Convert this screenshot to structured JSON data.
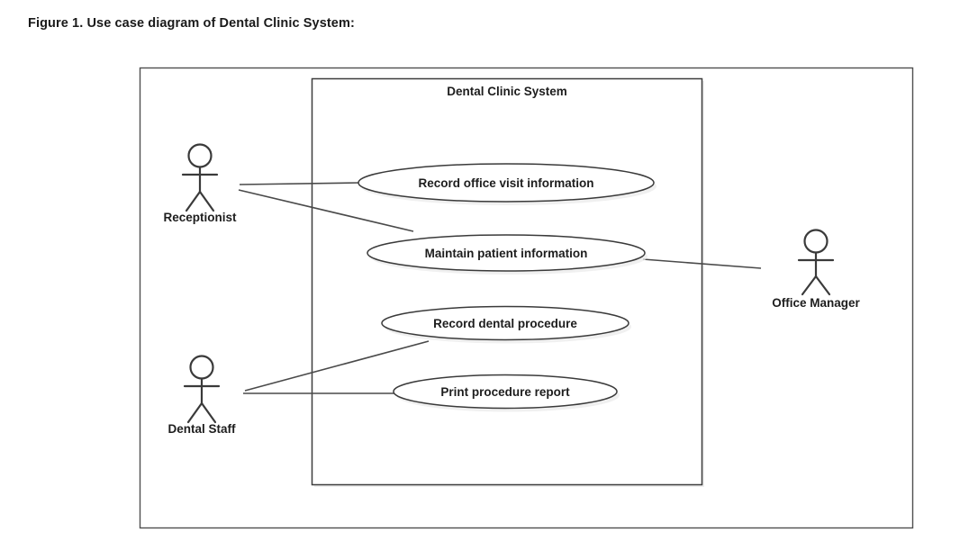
{
  "figure": {
    "caption": "Figure 1. Use case diagram of Dental Clinic System:"
  },
  "diagram": {
    "type": "uml-use-case-diagram",
    "system_boundary": {
      "label": "Dental Clinic System"
    },
    "actors": [
      {
        "id": "receptionist",
        "label": "Receptionist",
        "side": "left"
      },
      {
        "id": "dental-staff",
        "label": "Dental Staff",
        "side": "left"
      },
      {
        "id": "office-manager",
        "label": "Office Manager",
        "side": "right"
      }
    ],
    "use_cases": [
      {
        "id": "record-office-visit",
        "label": "Record office visit information"
      },
      {
        "id": "maintain-patient-info",
        "label": "Maintain patient information"
      },
      {
        "id": "record-dental-procedure",
        "label": "Record dental procedure"
      },
      {
        "id": "print-procedure-report",
        "label": "Print procedure report"
      }
    ],
    "associations": [
      {
        "actor": "receptionist",
        "use_case": "record-office-visit"
      },
      {
        "actor": "receptionist",
        "use_case": "maintain-patient-info"
      },
      {
        "actor": "office-manager",
        "use_case": "maintain-patient-info"
      },
      {
        "actor": "dental-staff",
        "use_case": "record-dental-procedure"
      },
      {
        "actor": "dental-staff",
        "use_case": "print-procedure-report"
      }
    ],
    "colors": {
      "stroke": "#3a3a3a",
      "line": "#4a4a4a",
      "text": "#1d1d1d",
      "background": "#ffffff",
      "shadow": "#e9e9e9"
    }
  }
}
